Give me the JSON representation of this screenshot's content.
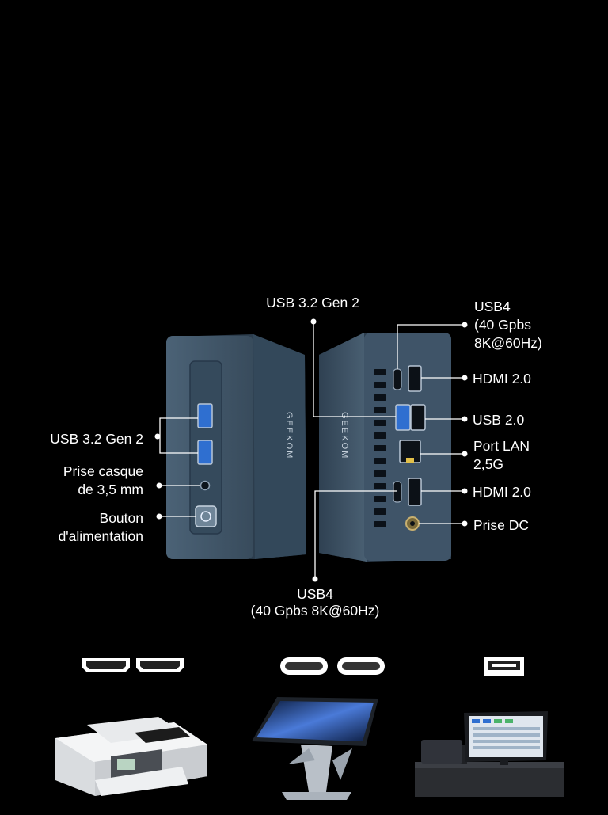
{
  "labels": {
    "usb32_top": "USB 3.2 Gen 2",
    "usb4_right_line1": "USB4",
    "usb4_right_line2": "(40 Gpbs",
    "usb4_right_line3": "8K@60Hz)",
    "hdmi_top": "HDMI 2.0",
    "usb20": "USB 2.0",
    "lan_line1": "Port LAN",
    "lan_line2": "2,5G",
    "hdmi_bottom": "HDMI 2.0",
    "dc": "Prise DC",
    "usb32_left": "USB 3.2 Gen 2",
    "audio_line1": "Prise casque",
    "audio_line2": "de 3,5 mm",
    "power_line1": "Bouton",
    "power_line2": "d'alimentation",
    "usb4_bottom_line1": "USB4",
    "usb4_bottom_line2": "(40 Gpbs  8K@60Hz)"
  },
  "brand_vertical_text": "GEEKOM",
  "devices": {
    "printer": "printer-illustration",
    "monitor": "monitor-illustration",
    "register": "cash-register-illustration"
  },
  "colors": {
    "background": "#000000",
    "chassis": "#3f5468",
    "chassis_dark": "#2c3d4d",
    "port_blue": "#2f6fd0"
  }
}
